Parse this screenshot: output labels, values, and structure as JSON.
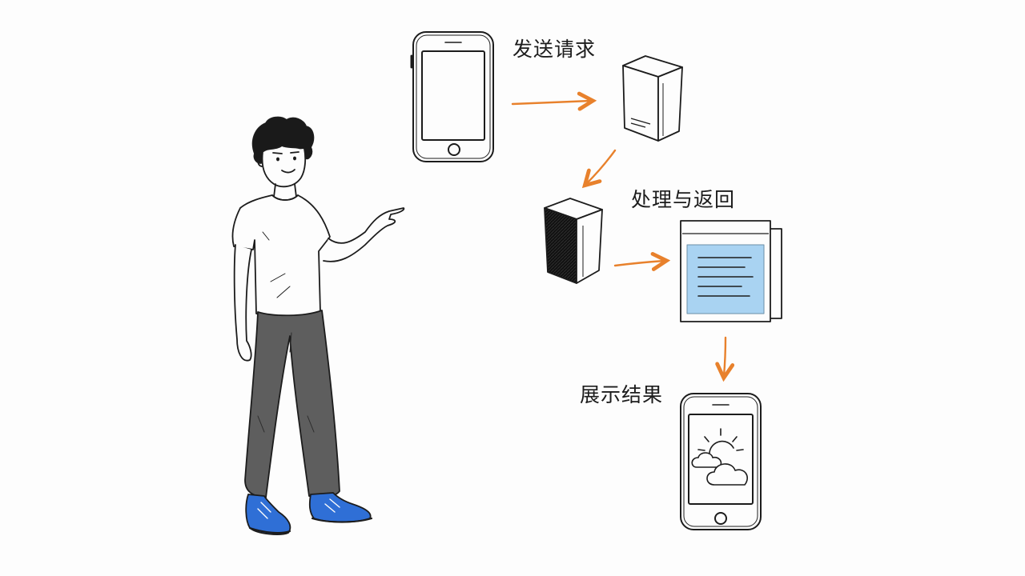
{
  "diagram": {
    "steps": [
      {
        "label": "发送请求"
      },
      {
        "label": "处理与返回"
      },
      {
        "label": "展示结果"
      }
    ]
  },
  "colors": {
    "ink": "#1c1c1c",
    "arrow": "#e8812c",
    "pants": "#5e5e5e",
    "shoes": "#2f6fd6",
    "screen_highlight": "#a9d3f2",
    "server_dark": "#121212"
  },
  "icons": [
    "person-illustration",
    "phone-icon",
    "server-icon",
    "document-icon",
    "weather-icon",
    "arrow-icon"
  ]
}
